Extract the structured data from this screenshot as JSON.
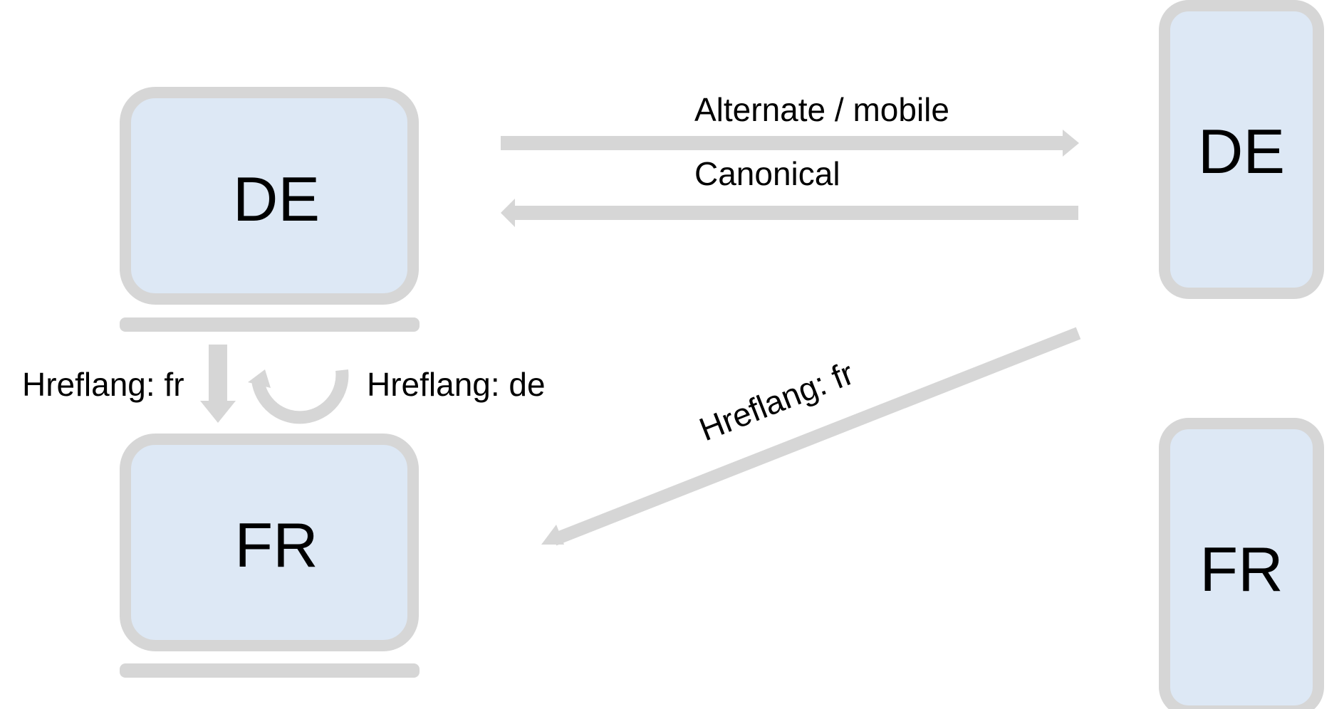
{
  "devices": {
    "desktop_de": {
      "label": "DE"
    },
    "desktop_fr": {
      "label": "FR"
    },
    "mobile_de": {
      "label": "DE"
    },
    "mobile_fr": {
      "label": "FR"
    }
  },
  "edges": {
    "alternate": {
      "label": "Alternate / mobile"
    },
    "canonical": {
      "label": "Canonical"
    },
    "hreflang_fr_desktop": {
      "label": "Hreflang: fr"
    },
    "hreflang_de_desktop": {
      "label": "Hreflang: de"
    },
    "hreflang_fr_mobile": {
      "label": "Hreflang: fr"
    }
  },
  "colors": {
    "device_fill": "#dde8f5",
    "device_border": "#d6d6d6",
    "arrow": "#d6d6d6",
    "text": "#000000"
  }
}
